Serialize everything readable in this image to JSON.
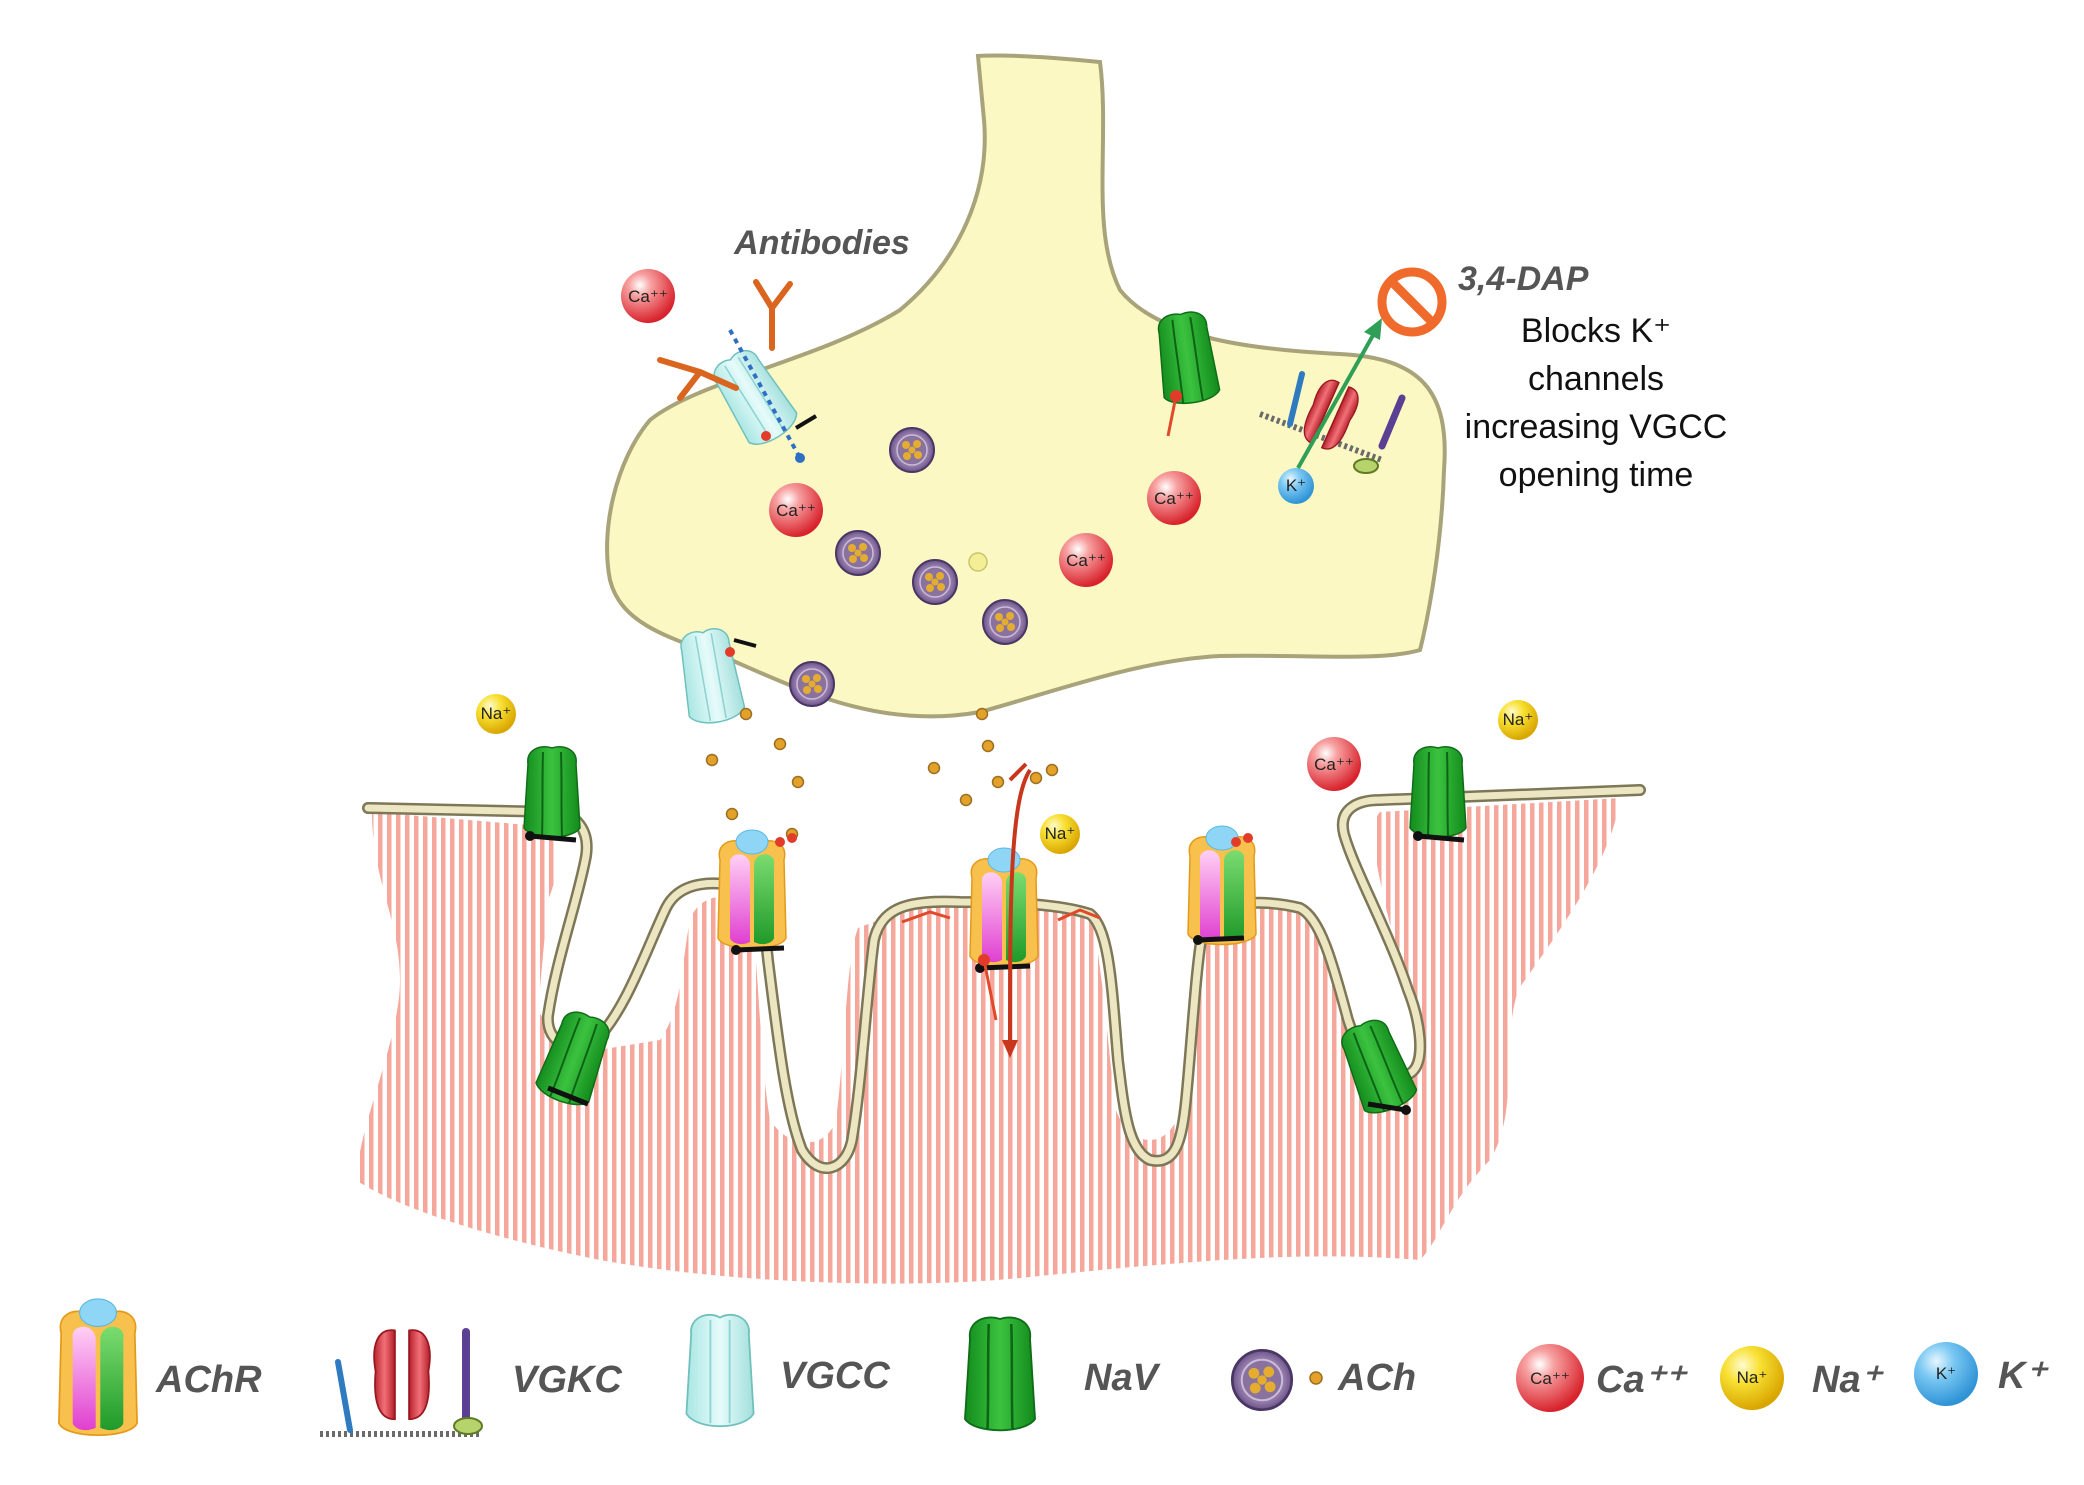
{
  "annotations": {
    "antibodies": "Antibodies",
    "dap_name": "3,4-DAP",
    "dap_desc": [
      "Blocks K⁺",
      "channels",
      "increasing VGCC",
      "opening time"
    ]
  },
  "ion_labels": {
    "ca": "Ca⁺⁺",
    "na": "Na⁺",
    "k": "K⁺"
  },
  "legend": {
    "achr": "AChR",
    "vgkc": "VGKC",
    "vgcc": "VGCC",
    "nav": "NaV",
    "ach": "ACh",
    "ca": "Ca⁺⁺",
    "na": "Na⁺",
    "k": "K⁺"
  },
  "colors": {
    "terminal_fill": "#fbf8c4",
    "membrane": "#d9d4a8",
    "muscle_stripe": "#f4a79a",
    "nav_green": "#23a52e",
    "vgcc_cyan": "#c8f1ef",
    "vgkc_red": "#e0464f",
    "calcium_red": "#e8414a",
    "sodium_yellow": "#f6d100",
    "potassium_blue": "#4fb4ea",
    "antibody_orange": "#d9651f",
    "dap_orange": "#ef6a2b",
    "vesicle_purple": "#6b4f8c",
    "ach_dot": "#e3a12a"
  }
}
